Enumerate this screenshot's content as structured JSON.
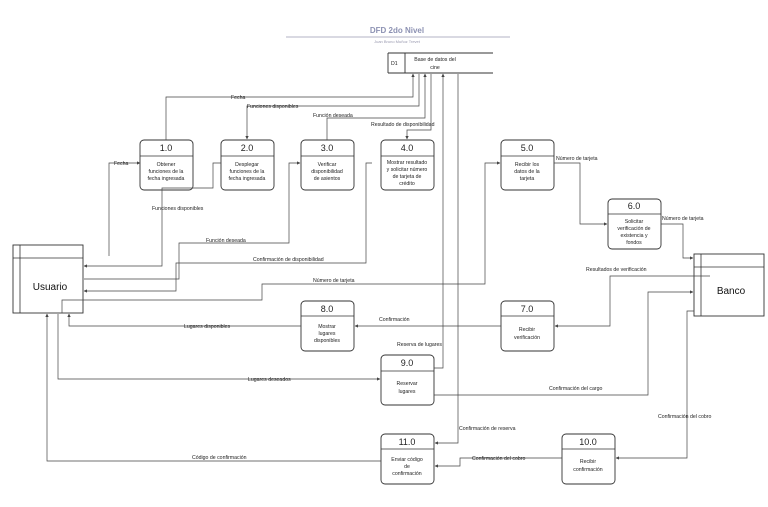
{
  "title": "DFD 2do Nivel",
  "subtitle": "Juan Bruno Muñoz Trevet",
  "datastore": {
    "id": "D1",
    "label_line1": "Base de datos del",
    "label_line2": "cine"
  },
  "entities": {
    "user": "Usuario",
    "bank": "Banco"
  },
  "processes": [
    {
      "id": "p1",
      "number": "1.0",
      "lines": [
        "Obtener",
        "funciones de la",
        "fecha ingresada"
      ]
    },
    {
      "id": "p2",
      "number": "2.0",
      "lines": [
        "Desplegar",
        "funciones de la",
        "fecha ingresada"
      ]
    },
    {
      "id": "p3",
      "number": "3.0",
      "lines": [
        "Verificar",
        "disponibilidad",
        "de asientos"
      ]
    },
    {
      "id": "p4",
      "number": "4.0",
      "lines": [
        "Mostrar resultado",
        "y solicitar número",
        "de tarjeta de",
        "crédito"
      ]
    },
    {
      "id": "p5",
      "number": "5.0",
      "lines": [
        "Recibir los",
        "datos de la",
        "tarjeta"
      ]
    },
    {
      "id": "p6",
      "number": "6.0",
      "lines": [
        "Solicitar",
        "verificación de",
        "existencia y",
        "fondos"
      ]
    },
    {
      "id": "p7",
      "number": "7.0",
      "lines": [
        "Recibir",
        "verificación"
      ]
    },
    {
      "id": "p8",
      "number": "8.0",
      "lines": [
        "Mostrar",
        "lugares",
        "disponibles"
      ]
    },
    {
      "id": "p9",
      "number": "9.0",
      "lines": [
        "Reservar",
        "lugares"
      ]
    },
    {
      "id": "p10",
      "number": "10.0",
      "lines": [
        "Recibir",
        "confirmación"
      ]
    },
    {
      "id": "p11",
      "number": "11.0",
      "lines": [
        "Enviar código",
        "de",
        "confirmación"
      ]
    }
  ],
  "flows": {
    "fecha_store": "Fecha",
    "fecha_user": "Fecha",
    "funciones_disponibles_store": "Funciones disponibles",
    "funciones_disponibles_user": "Funciones disponibles",
    "funcion_deseada_store": "Función deseada",
    "funcion_deseada_user": "Función deseada",
    "resultado_disponibilidad": "Resultado de disponibilidad",
    "confirmacion_disponibilidad": "Confirmación de disponibilidad",
    "numero_tarjeta_user": "Número de tarjeta",
    "numero_tarjeta_5_6": "Número de tarjeta",
    "numero_tarjeta_6_bank": "Número de tarjeta",
    "resultados_verificacion": "Resultados de verificación",
    "confirmacion_7_8": "Confirmación",
    "lugares_disponibles": "Lugares disponibles",
    "reserva_lugares": "Reserva de lugares",
    "lugares_deseados": "Lugares deseados",
    "confirmacion_cargo": "Confirmación del cargo",
    "confirmacion_reserva": "Confirmación de reserva",
    "confirmacion_cobro_bank": "Confirmación del cobro",
    "confirmacion_cobro_11": "Confirmación del cobro",
    "codigo_confirmacion": "Código de confirmación"
  }
}
